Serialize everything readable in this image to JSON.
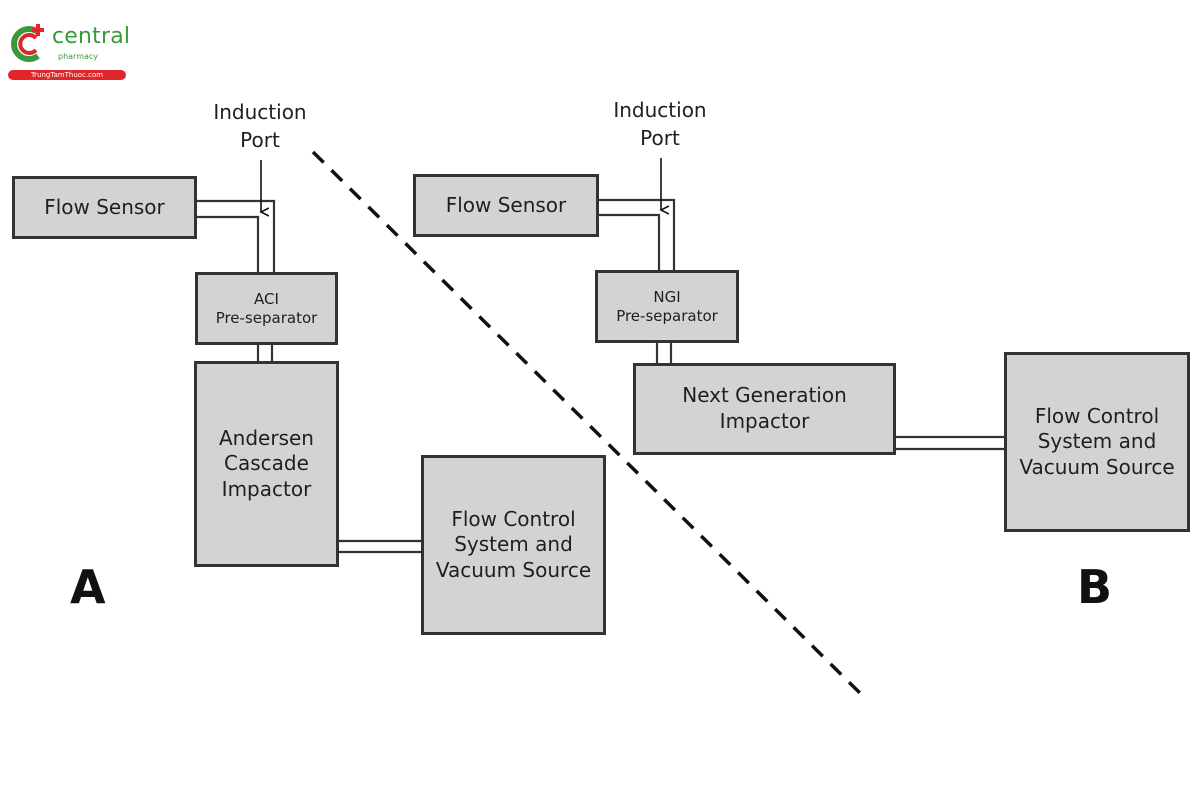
{
  "logo": {
    "name": "central",
    "sub": "pharmacy",
    "tag": "TrungTamThuoc.com"
  },
  "panel_a": {
    "letter": "A",
    "induction_port": [
      "Induction",
      "Port"
    ],
    "flow_sensor": "Flow Sensor",
    "preseparator": [
      "ACI",
      "Pre-separator"
    ],
    "impactor": [
      "Andersen",
      "Cascade",
      "Impactor"
    ],
    "flow_control": [
      "Flow Control",
      "System and",
      "Vacuum Source"
    ]
  },
  "panel_b": {
    "letter": "B",
    "induction_port": [
      "Induction",
      "Port"
    ],
    "flow_sensor": "Flow Sensor",
    "preseparator": [
      "NGI",
      "Pre-separator"
    ],
    "impactor": [
      "Next Generation",
      "Impactor"
    ],
    "flow_control": [
      "Flow Control",
      "System and",
      "Vacuum Source"
    ]
  },
  "colors": {
    "box_fill": "#d3d3d3",
    "box_border": "#333333",
    "logo_green": "#3a9a3a",
    "logo_red": "#e0262b"
  }
}
